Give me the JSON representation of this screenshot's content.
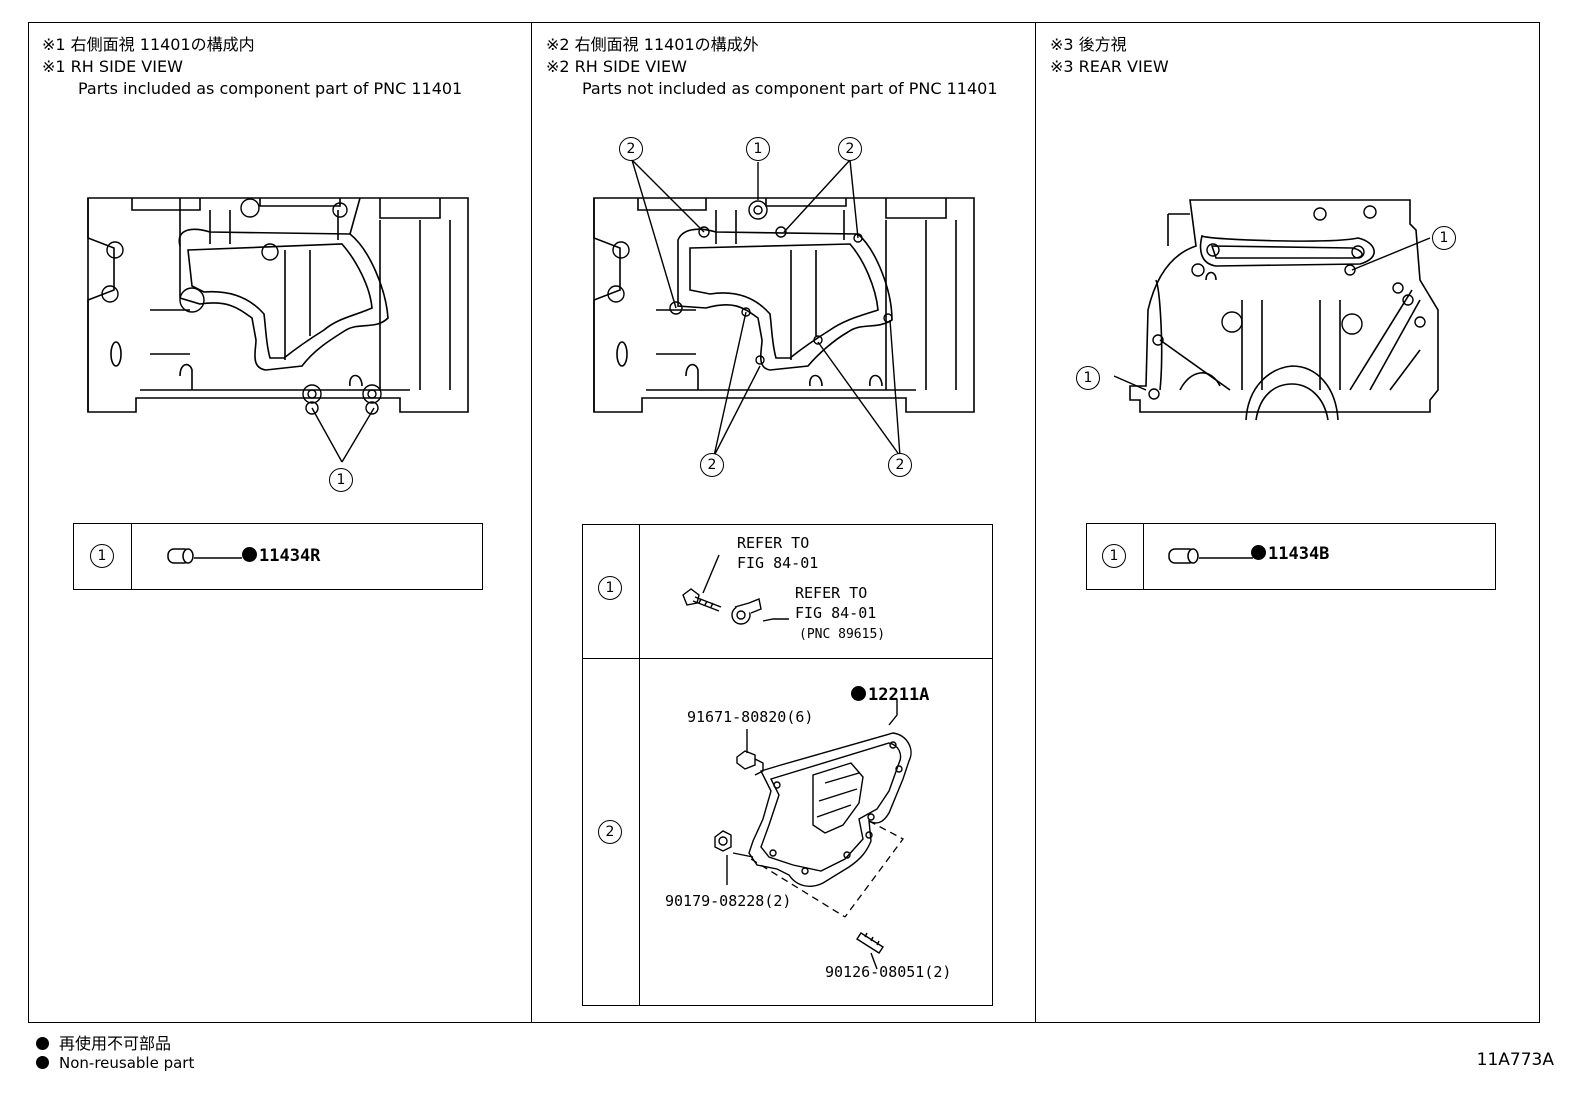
{
  "panels": [
    {
      "title_jp": "※1 右側面視 11401の構成内",
      "title_en": "※1 RH SIDE VIEW",
      "subtitle": "Parts included as component part of PNC 11401",
      "callouts": [
        "1"
      ],
      "table": [
        {
          "key": "1",
          "part": "11434R",
          "nonreusable": true
        }
      ]
    },
    {
      "title_jp": "※2 右側面視 11401の構成外",
      "title_en": "※2 RH SIDE VIEW",
      "subtitle": "Parts not included as component part of PNC 11401",
      "callouts": [
        "2",
        "1",
        "2",
        "2",
        "2"
      ],
      "table": [
        {
          "key": "1",
          "refer1_a": "REFER TO",
          "refer1_b": "FIG 84-01",
          "refer2_a": "REFER TO",
          "refer2_b": "FIG 84-01",
          "refer2_c": "(PNC 89615)"
        },
        {
          "key": "2",
          "cover": "12211A",
          "bolt": "91671-80820(6)",
          "nut": "90179-08228(2)",
          "stud": "90126-08051(2)"
        }
      ]
    },
    {
      "title_jp": "※3 後方視",
      "title_en": "※3 REAR VIEW",
      "callouts": [
        "1",
        "1"
      ],
      "table": [
        {
          "key": "1",
          "part": "11434B",
          "nonreusable": true
        }
      ]
    }
  ],
  "legend": {
    "jp": "再使用不可部品",
    "en": "Non-reusable part"
  },
  "figure_code": "11A773A"
}
